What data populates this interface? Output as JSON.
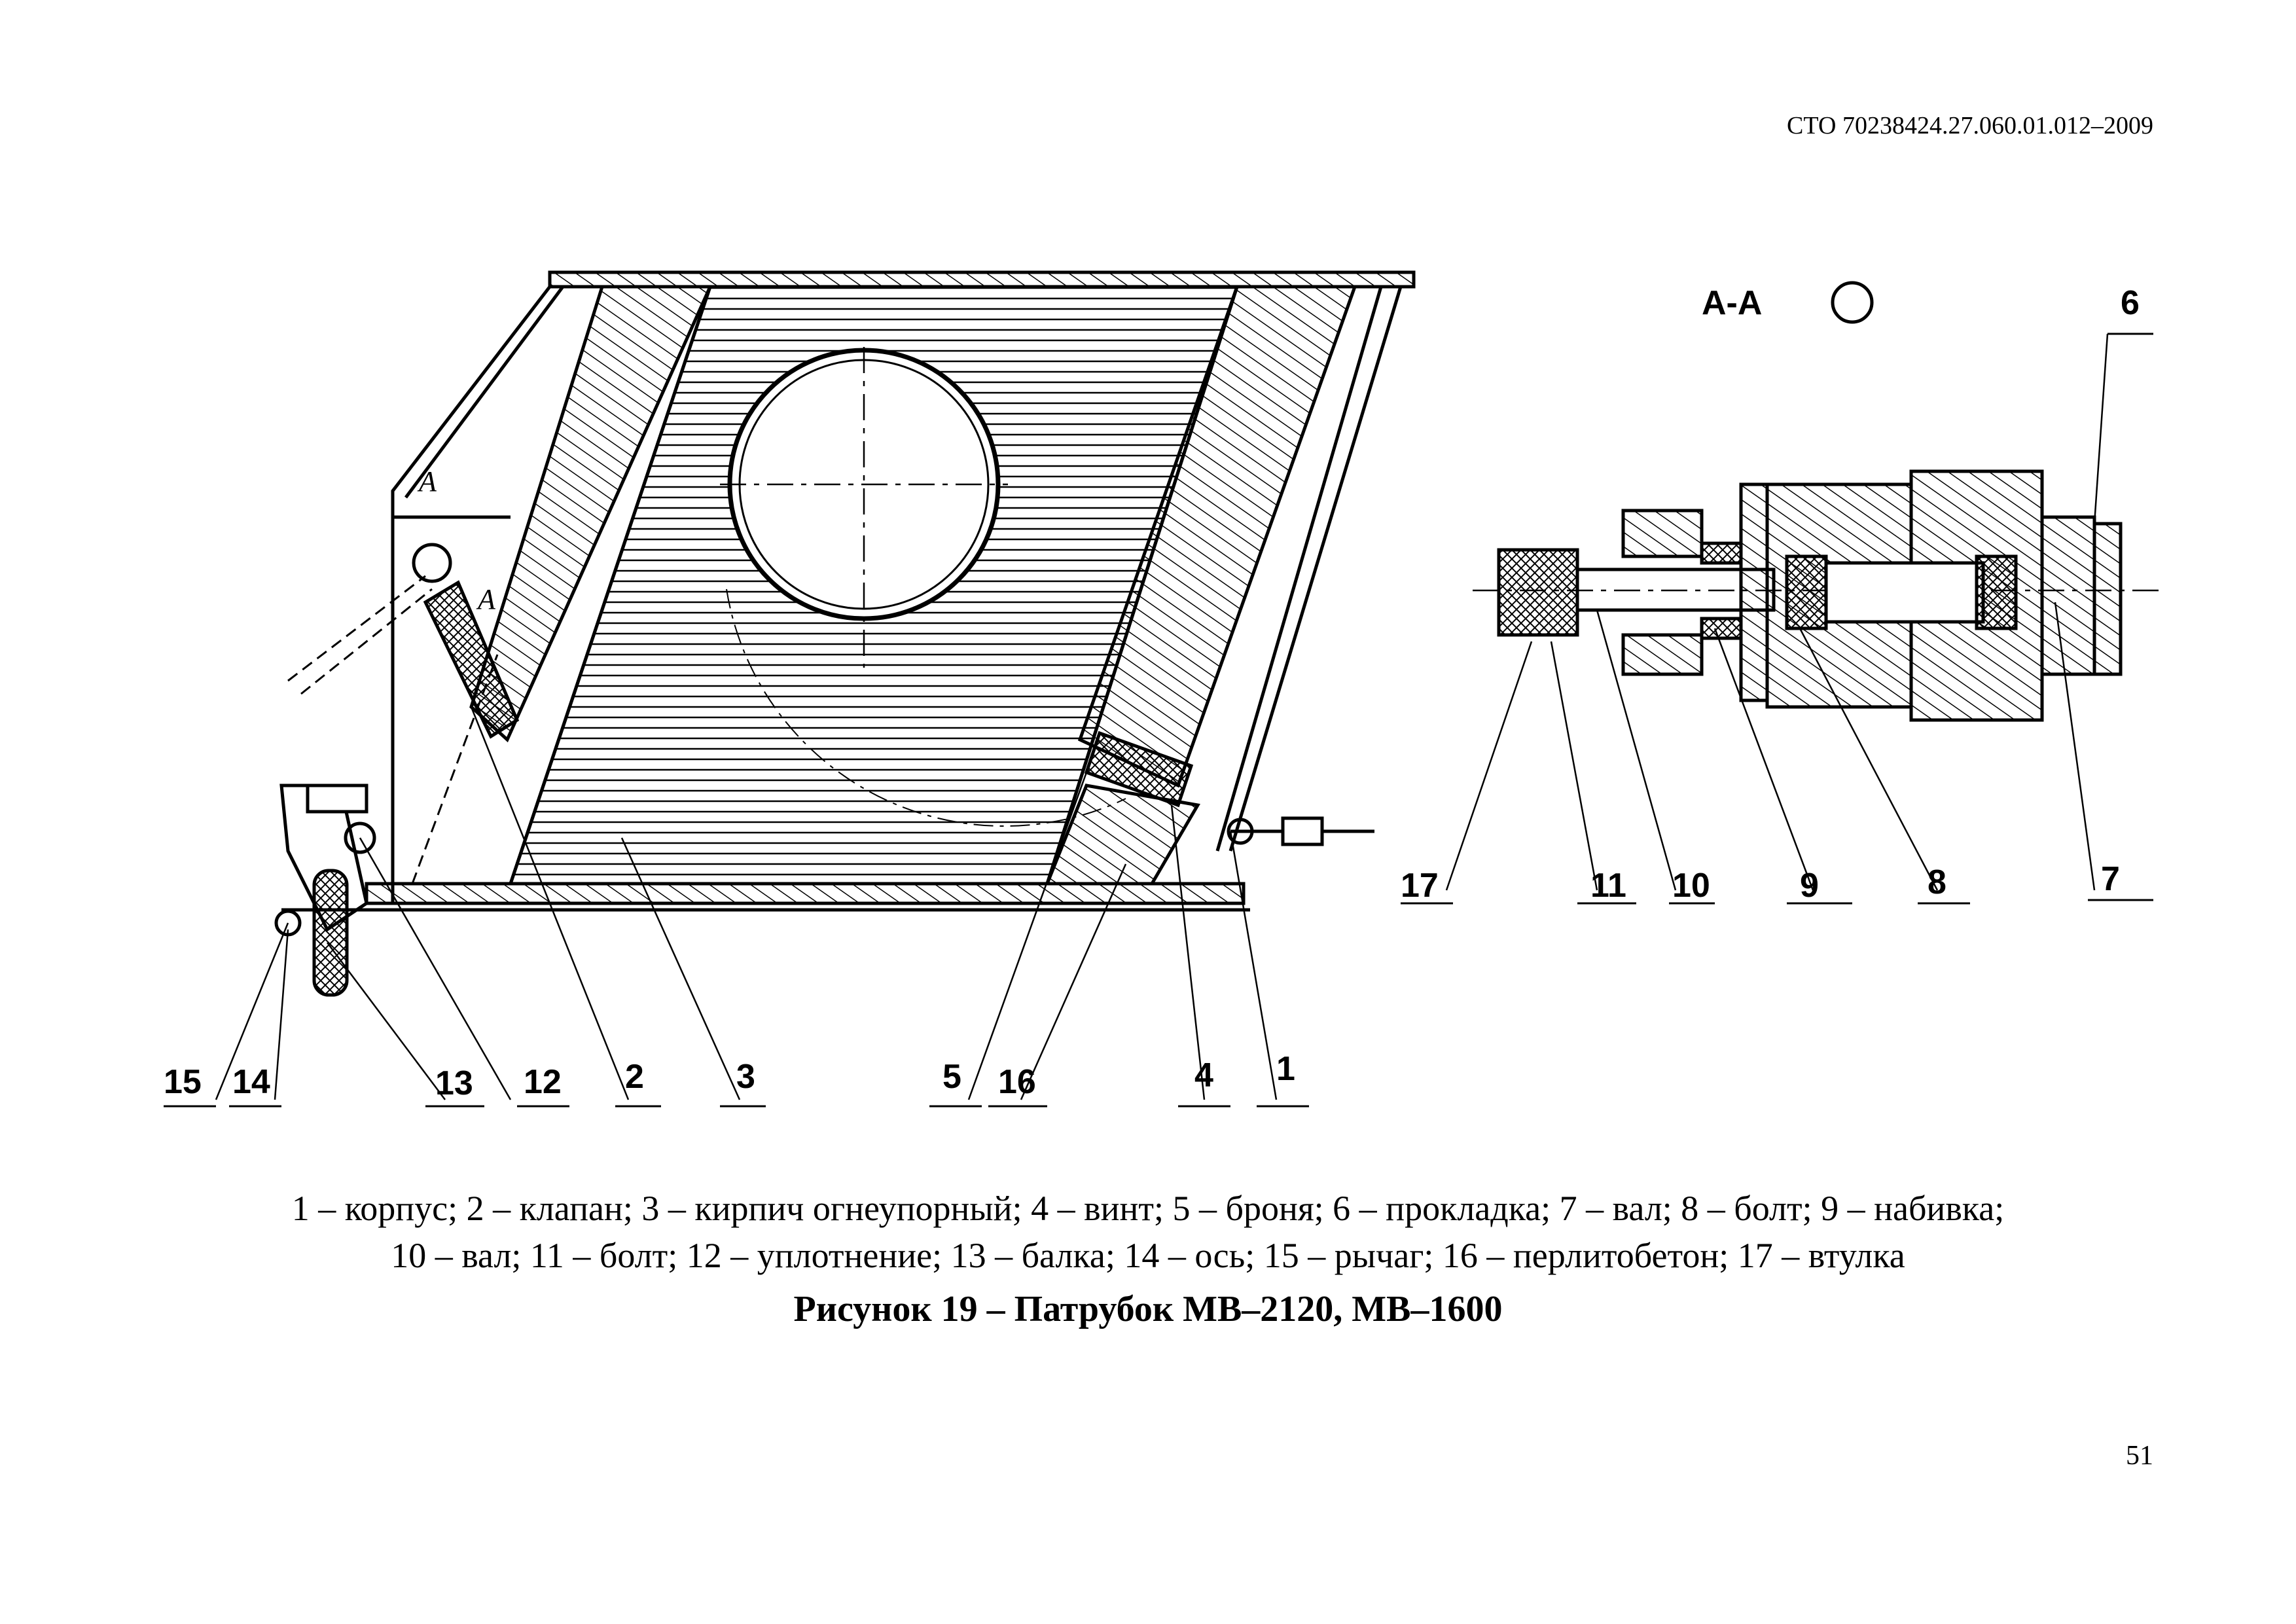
{
  "header": {
    "doc_code": "СТО 70238424.27.060.01.012–2009"
  },
  "drawing": {
    "section_label": "А-А",
    "cut_marks": [
      "А",
      "А"
    ],
    "callouts": {
      "c1": "1",
      "c2": "2",
      "c3": "3",
      "c4": "4",
      "c5": "5",
      "c6": "6",
      "c7": "7",
      "c8": "8",
      "c9": "9",
      "c10": "10",
      "c11": "11",
      "c12": "12",
      "c13": "13",
      "c14": "14",
      "c15": "15",
      "c16": "16",
      "c17": "17"
    }
  },
  "legend": {
    "line1": "1 – корпус; 2 – клапан; 3 – кирпич огнеупорный; 4 – винт; 5 – броня; 6 – прокладка; 7 – вал; 8 – болт; 9 – набивка;",
    "line2": "10 – вал; 11 – болт; 12 – уплотнение; 13 – балка; 14 – ось; 15 – рычаг; 16 – перлитобетон; 17 – втулка"
  },
  "figure_title": "Рисунок 19 – Патрубок МВ–2120, МВ–1600",
  "page_number": "51"
}
